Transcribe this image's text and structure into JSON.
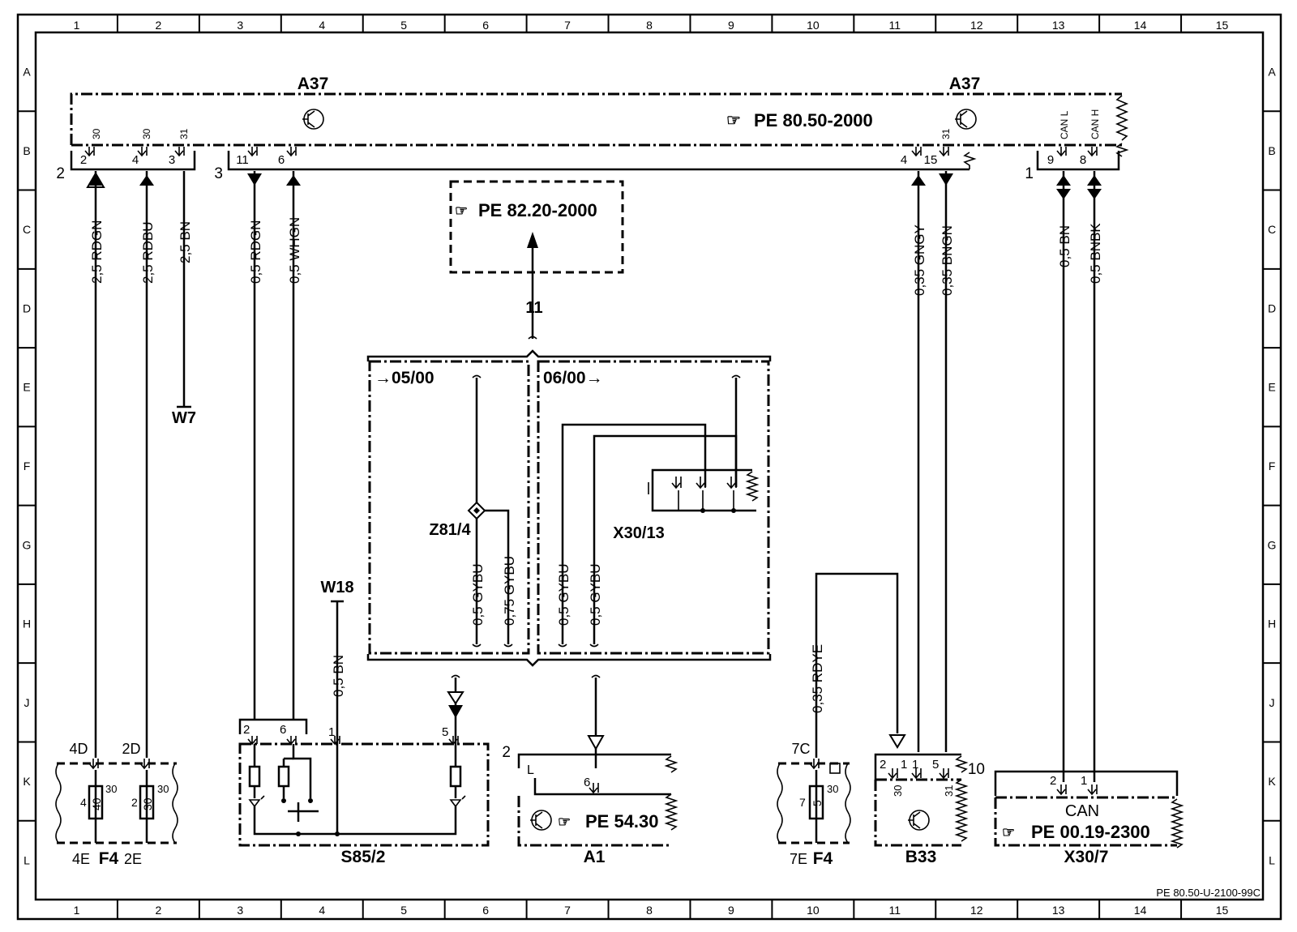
{
  "grid": {
    "columns": [
      "1",
      "2",
      "3",
      "4",
      "5",
      "6",
      "7",
      "8",
      "9",
      "10",
      "11",
      "12",
      "13",
      "14",
      "15"
    ],
    "rows": [
      "A",
      "B",
      "C",
      "D",
      "E",
      "F",
      "G",
      "H",
      "J",
      "K",
      "L"
    ]
  },
  "doc_ref": "PE 80.50-U-2100-99C",
  "components": {
    "a37_left": "A37",
    "a37_right": "A37",
    "a37_ref": "PE 80.50-2000",
    "ref_box": "PE 82.20-2000",
    "w7": "W7",
    "w18": "W18",
    "z81": "Z81/4",
    "x30_13": "X30/13",
    "s85": "S85/2",
    "a1": "A1",
    "a1_ref": "PE 54.30",
    "f4_left": "F4",
    "f4_right": "F4",
    "b33": "B33",
    "x30_7": "X30/7",
    "x30_7_can": "CAN",
    "x30_7_ref": "PE 00.19-2300",
    "variant_old": "05/00",
    "variant_new": "06/00",
    "wire_11": "11"
  },
  "connectors": {
    "c2": "2",
    "c3": "3",
    "c1": "1",
    "p2": "2",
    "p4": "4",
    "p3": "3",
    "p11": "11",
    "p6": "6",
    "p4r": "4",
    "p15": "15",
    "p9": "9",
    "p8": "8",
    "s30a": "30",
    "s30b": "30",
    "s31a": "31",
    "s31b": "31",
    "can_l": "CAN L",
    "can_h": "CAN H"
  },
  "wires": {
    "w1": "2,5 RDGN",
    "w2": "2,5 RDBU",
    "w3": "2,5 BN",
    "w4": "0,5 RDGN",
    "w5": "0,5 WHGN",
    "w6": "0,35 GNGY",
    "w7": "0,35 BNGN",
    "w8": "0,5 BN",
    "w9": "0,5 BNBK",
    "w10": "0,5 BN",
    "w11": "0,5 GYBU",
    "w12": "0,75 GYBU",
    "w13": "0,5 GYBU",
    "w14": "0,5 GYBU",
    "w15": "0,35 RDYE"
  },
  "pins": {
    "f4l_4d": "4D",
    "f4l_2d": "2D",
    "f4l_4e": "4E",
    "f4l_2e": "2E",
    "f4l_4": "4",
    "f4l_2": "2",
    "f4l_40": "40",
    "f4l_30a": "30",
    "f4l_30b": "30",
    "f4l_30c": "30",
    "s85_2": "2",
    "s85_6": "6",
    "s85_1": "1",
    "s85_5": "5",
    "a1_2": "2",
    "a1_6": "6",
    "a1_L": "L",
    "f4r_7c": "7C",
    "f4r_7e": "7E",
    "f4r_7": "7",
    "f4r_5": "5",
    "f4r_30": "30",
    "b33_2": "2",
    "b33_1": "1",
    "b33_1b": "1",
    "b33_5": "5",
    "b33_30": "30",
    "b33_31": "31",
    "x307_10": "10",
    "x307_2": "2",
    "x307_1": "1"
  }
}
